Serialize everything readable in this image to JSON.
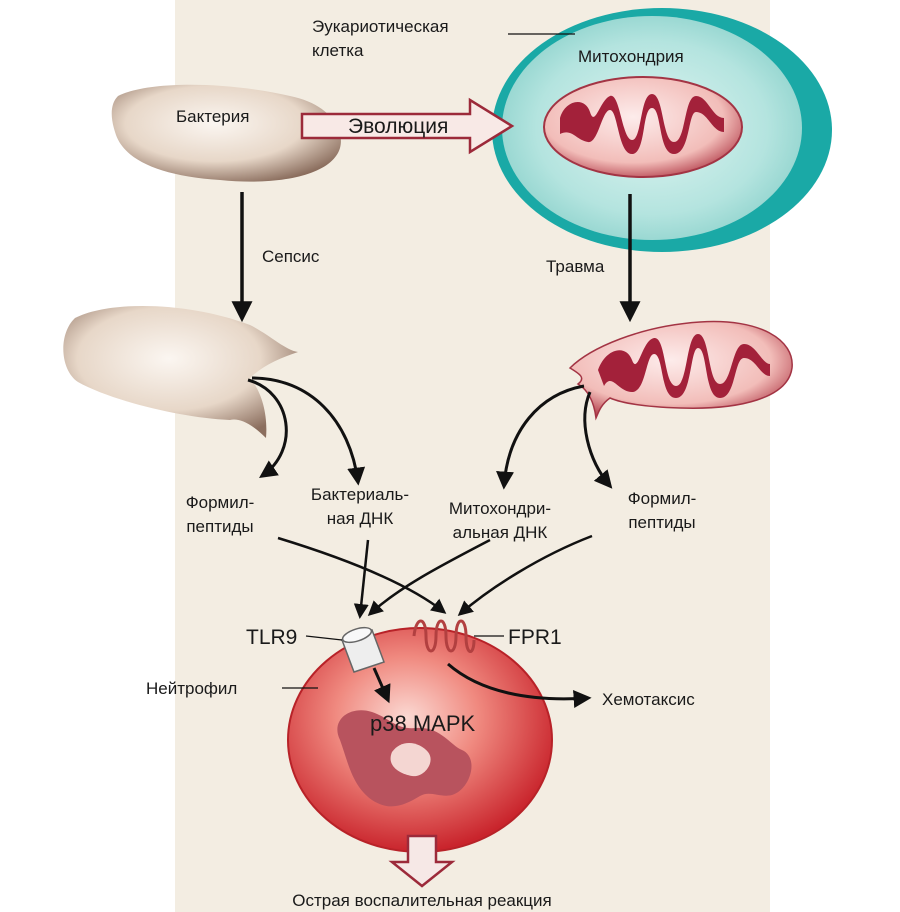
{
  "colors": {
    "panel": "#f3ede2",
    "bacteria": "#ecdfd2",
    "bacteria_shade": "#8f7364",
    "cell_outer": "#1aa9a6",
    "cell_inner": "#bfe9e6",
    "mito_outer": "#f0c8c6",
    "mito_inner": "#a3213a",
    "neutrophil": "#e5403f",
    "neutrophil_light": "#f7c6c0",
    "nucleus": "#b8535e",
    "arrow": "#111111",
    "outline_arrow": "#9c2a3a"
  },
  "labels": {
    "eukaryotic_cell": [
      "Эукариотическая",
      "клетка"
    ],
    "mitochondrion": "Митохондрия",
    "bacterium": "Бактерия",
    "evolution": "Эволюция",
    "sepsis": "Сепсис",
    "trauma": "Травма",
    "formyl_peptides_left": [
      "Формил-",
      "пептиды"
    ],
    "bacterial_dna": [
      "Бактериаль-",
      "ная ДНК"
    ],
    "mitochondrial_dna": [
      "Митохондри-",
      "альная ДНК"
    ],
    "formyl_peptides_right": [
      "Формил-",
      "пептиды"
    ],
    "tlr9": "TLR9",
    "fpr1": "FPR1",
    "neutrophil": "Нейтрофил",
    "chemotaxis": "Хемотаксис",
    "p38": "p38 MAPK",
    "inflammation": "Острая воспалительная реакция"
  }
}
